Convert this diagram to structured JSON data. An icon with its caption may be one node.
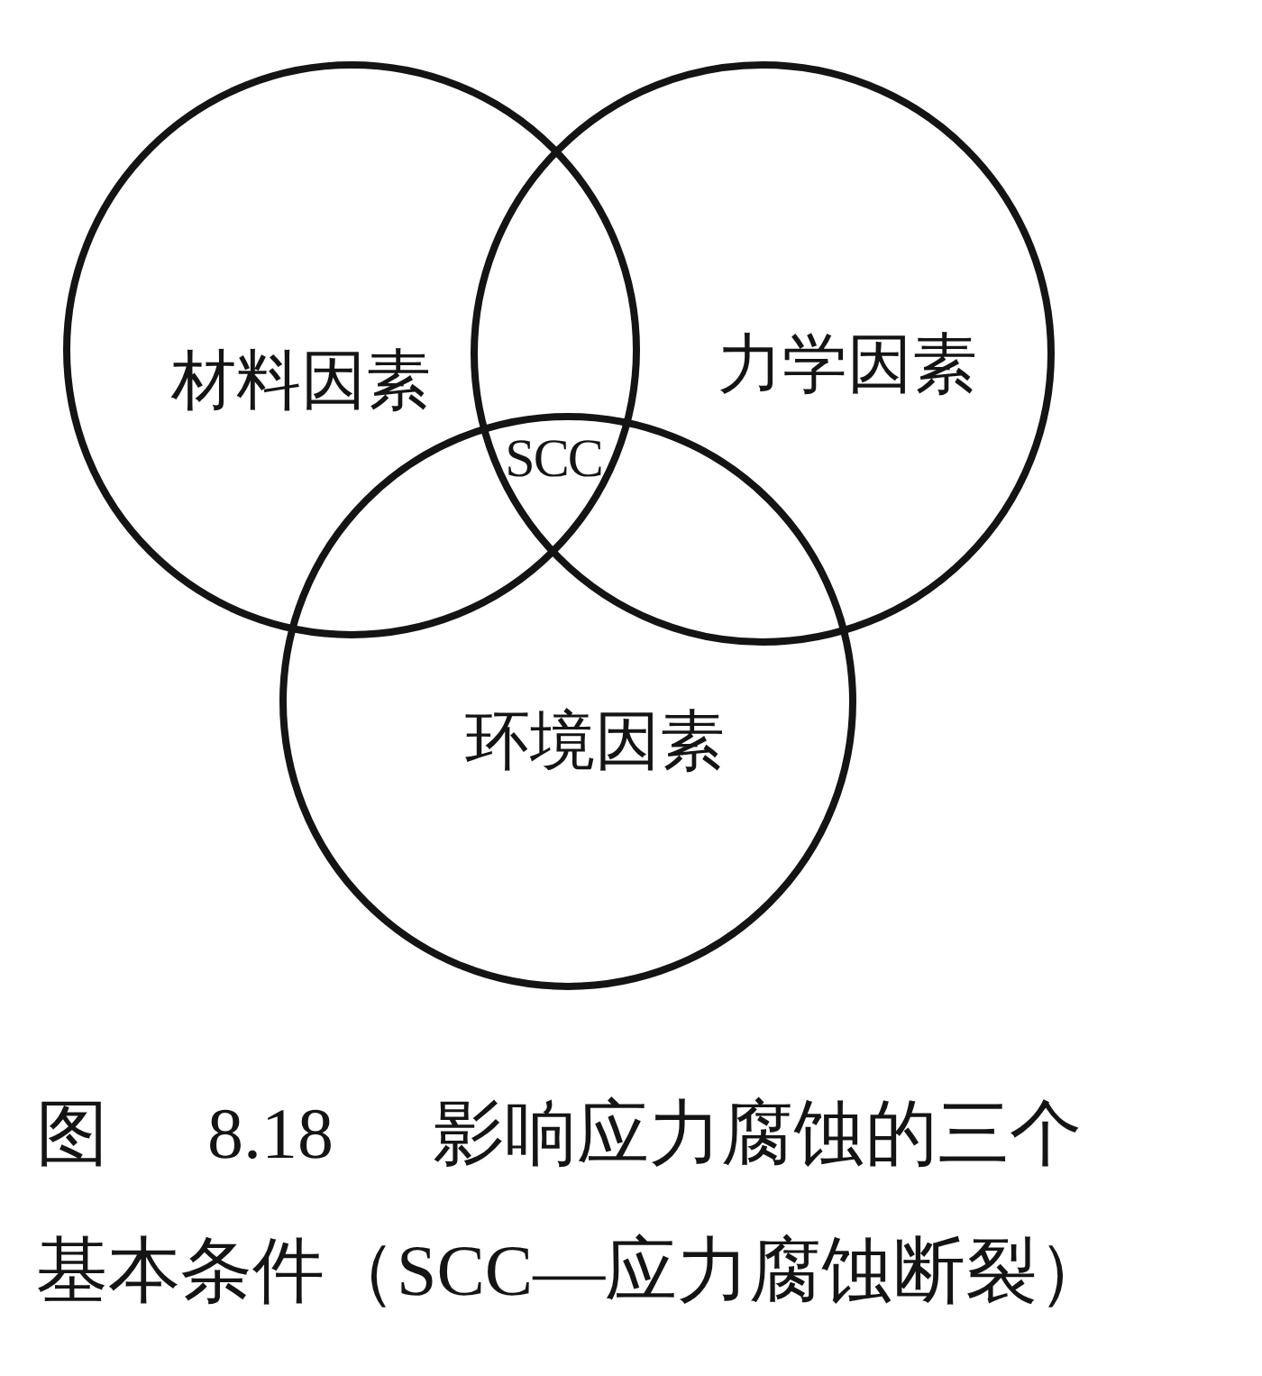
{
  "diagram": {
    "caption": "图 8.18 影响应力腐蚀的三个基本条件（SCC—应力腐蚀断裂）",
    "nodes": [
      {
        "text": [
          "材料因素"
        ]
      },
      {
        "text": [
          "力学因素"
        ]
      },
      {
        "text": [
          "环境因素"
        ]
      }
    ],
    "labels": [
      "SCC"
    ]
  }
}
